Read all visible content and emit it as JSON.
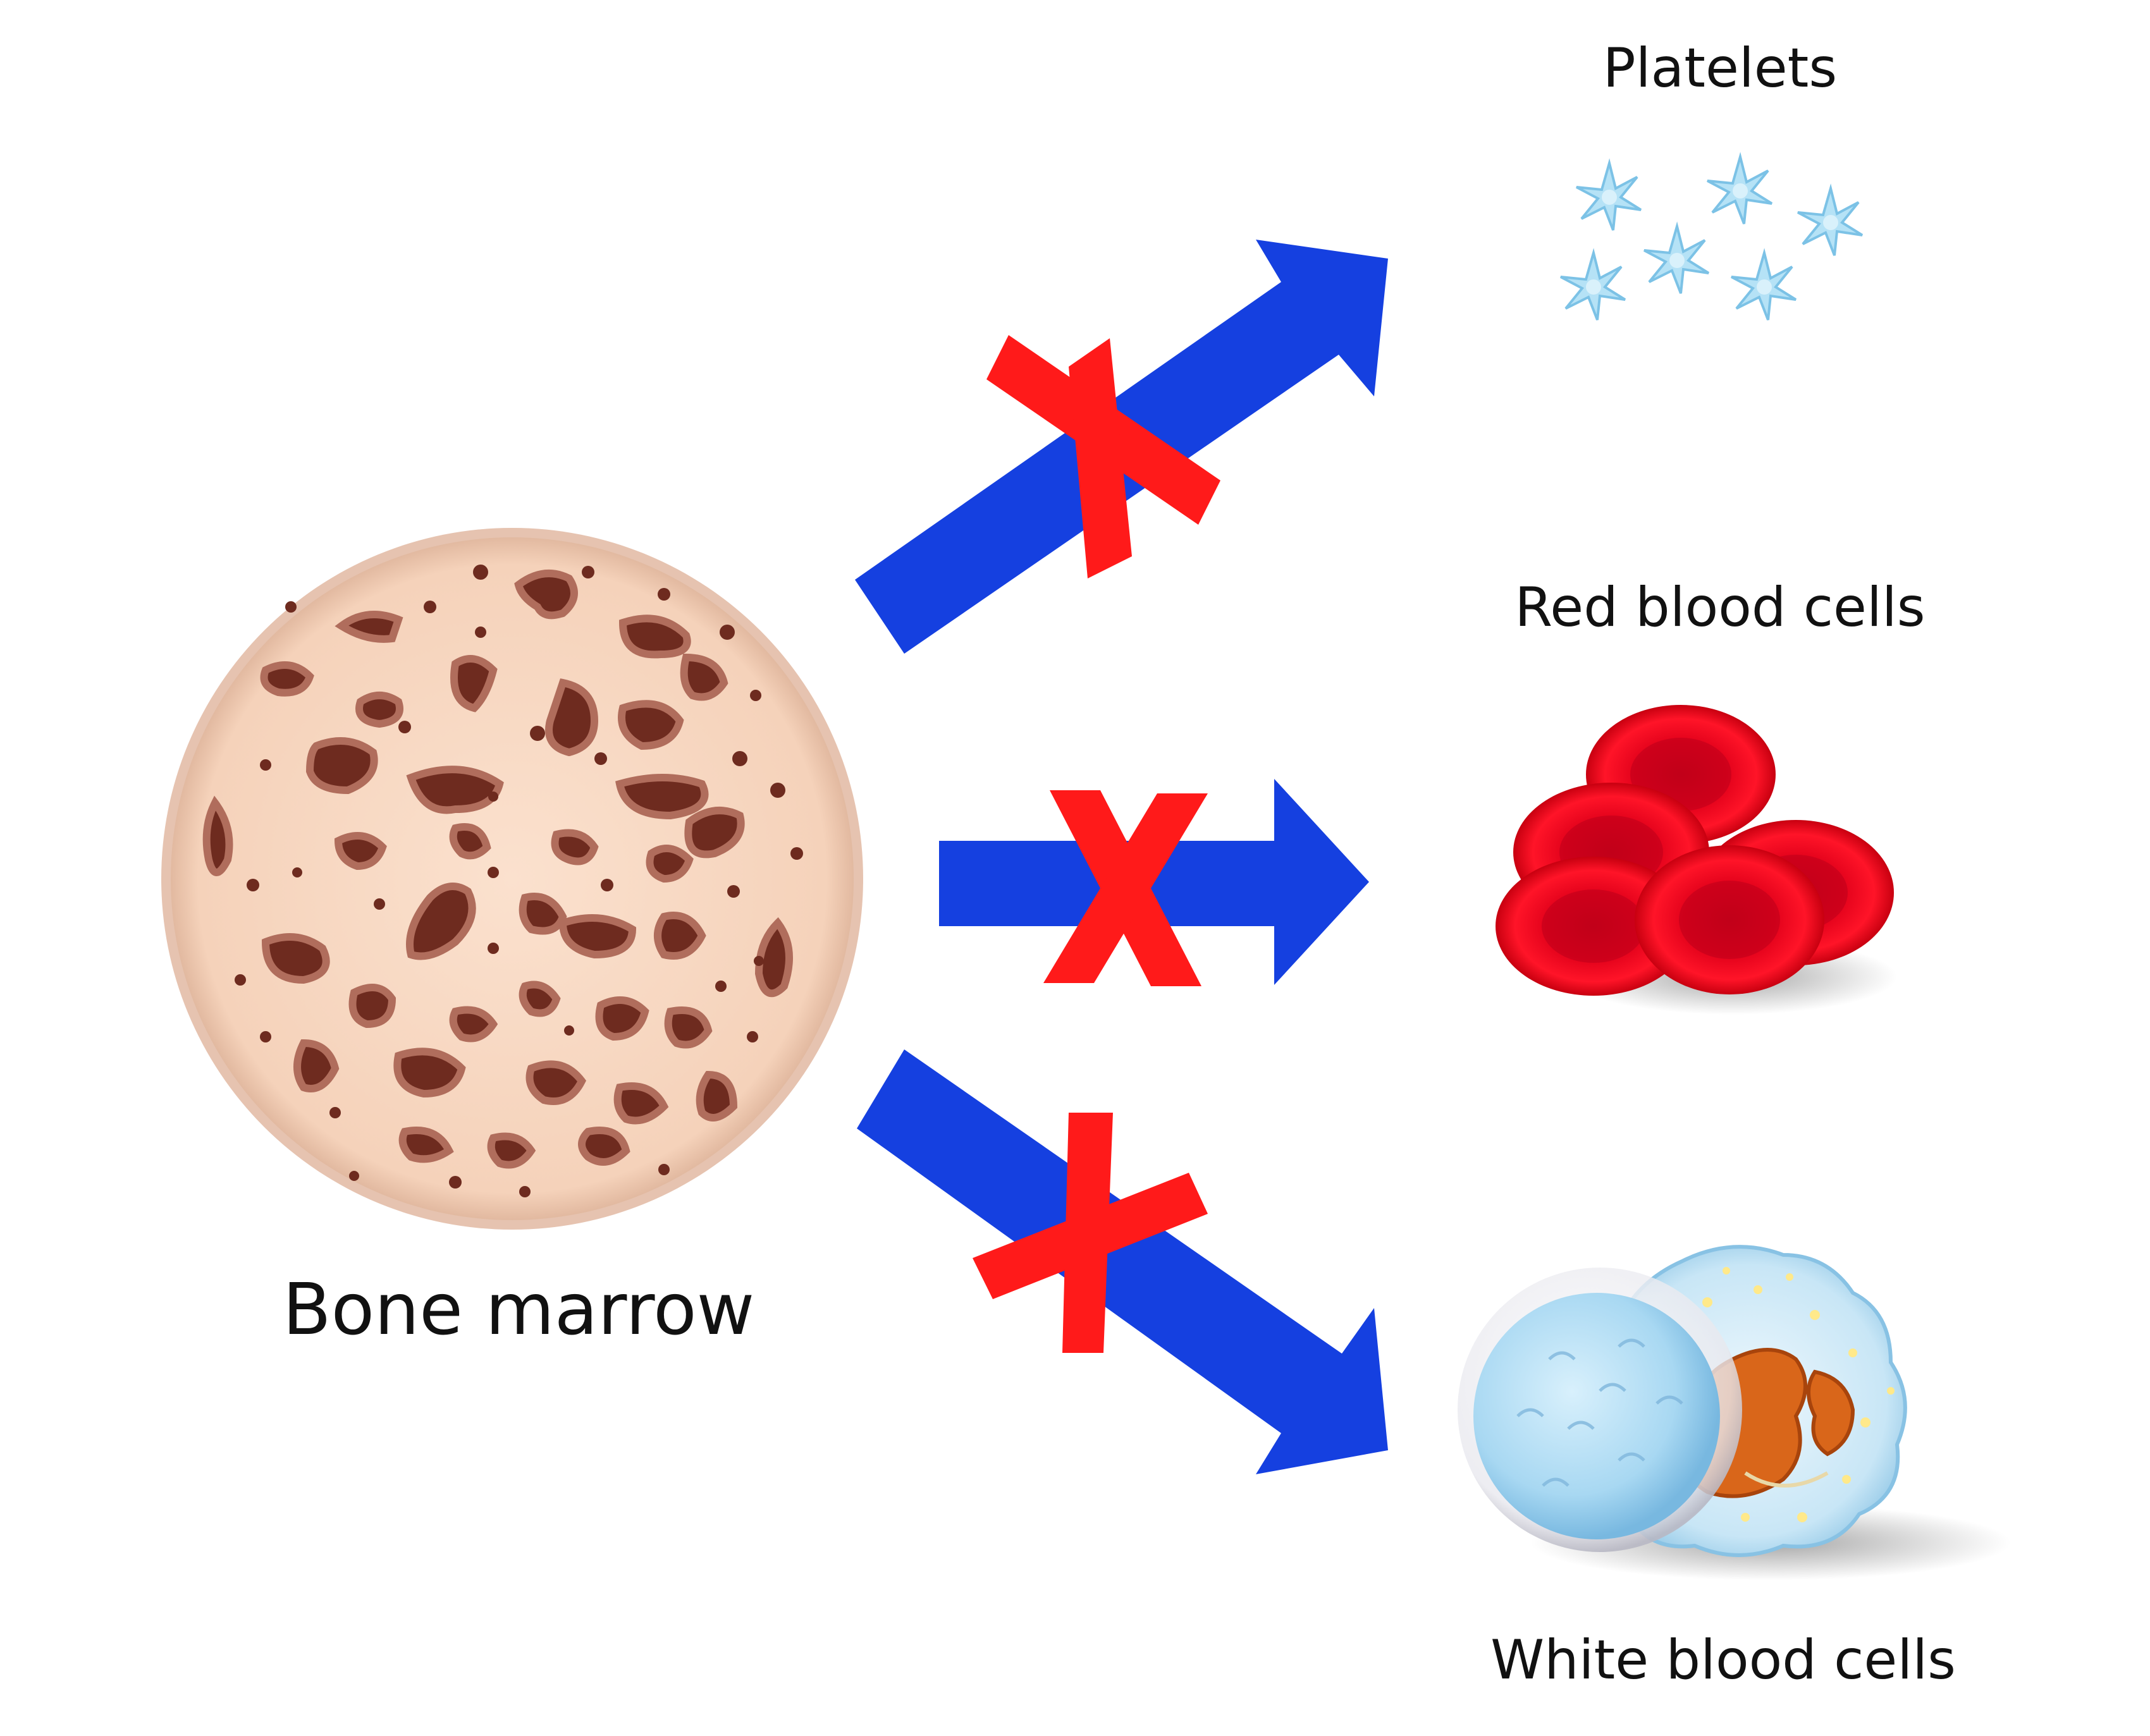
{
  "labels": {
    "bone_marrow": "Bone marrow",
    "platelets": "Platelets",
    "red_blood_cells": "Red blood cells",
    "white_blood_cells": "White blood cells"
  },
  "arrows": [
    {
      "target": "platelets",
      "blocked": true
    },
    {
      "target": "red_blood_cells",
      "blocked": true
    },
    {
      "target": "white_blood_cells",
      "blocked": true
    }
  ],
  "colors": {
    "arrow": "#1540e0",
    "cross": "#ff1a1a",
    "marrow_fill": "#f7d7c0",
    "marrow_pores": "#6e2b1f",
    "marrow_pore_edge": "#b06d5c",
    "platelet": "#a9dcf3",
    "red_cell": "#e8000f",
    "white_cell": "#aadbf5",
    "nucleus": "#d9661a"
  }
}
